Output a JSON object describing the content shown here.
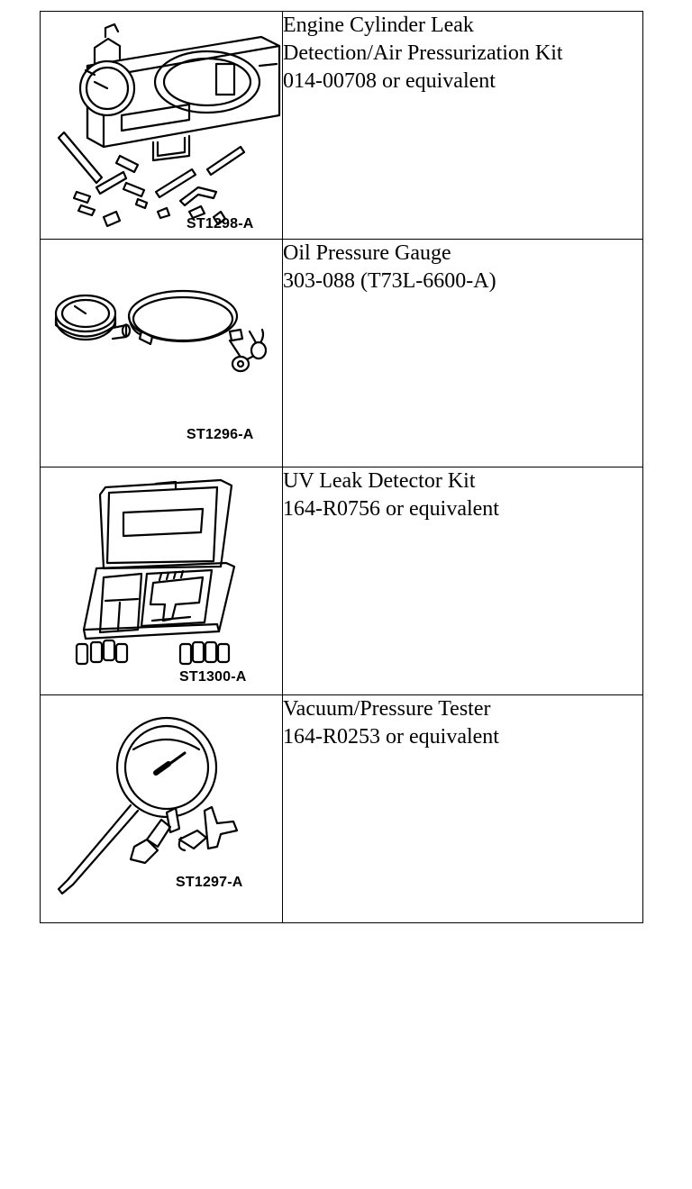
{
  "tools": [
    {
      "code": "ST1298-A",
      "icon": "leak-detection-kit-case",
      "lines": [
        "Engine Cylinder Leak",
        "Detection/Air Pressurization Kit",
        "014-00708 or equivalent"
      ]
    },
    {
      "code": "ST1296-A",
      "icon": "oil-pressure-gauge",
      "lines": [
        "Oil Pressure Gauge",
        "303-088 (T73L-6600-A)"
      ]
    },
    {
      "code": "ST1300-A",
      "icon": "uv-leak-detector-case",
      "lines": [
        "UV Leak Detector Kit",
        "164-R0756 or equivalent"
      ]
    },
    {
      "code": "ST1297-A",
      "icon": "vacuum-pressure-tester",
      "lines": [
        "Vacuum/Pressure Tester",
        "164-R0253 or equivalent"
      ]
    }
  ]
}
